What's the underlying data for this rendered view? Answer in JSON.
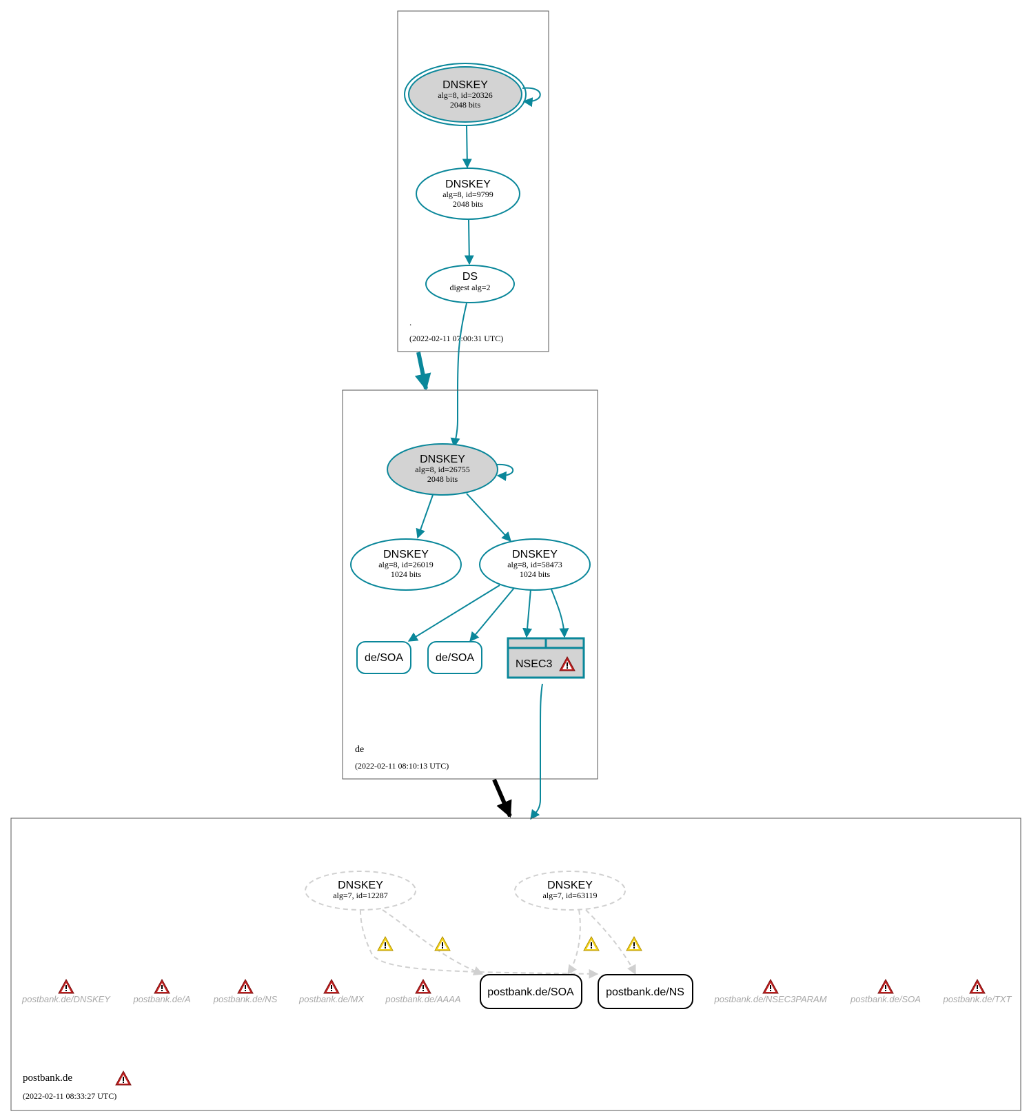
{
  "colors": {
    "secure": "#0a879a",
    "insecure": "#000000",
    "nonexistent": "#d0d0d0",
    "ksk_fill": "#d3d3d3",
    "error": "#c01f1f",
    "warning": "#f2d21b",
    "gray_text": "#a8a8a8"
  },
  "zones": {
    "root": {
      "name": ".",
      "timestamp": "(2022-02-11 07:00:31 UTC)",
      "nodes": [
        {
          "title": "DNSKEY",
          "line1": "alg=8, id=20326",
          "line2": "2048 bits"
        },
        {
          "title": "DNSKEY",
          "line1": "alg=8, id=9799",
          "line2": "2048 bits"
        },
        {
          "title": "DS",
          "line1": "digest alg=2",
          "line2": ""
        }
      ]
    },
    "de": {
      "name": "de",
      "timestamp": "(2022-02-11 08:10:13 UTC)",
      "nodes": [
        {
          "title": "DNSKEY",
          "line1": "alg=8, id=26755",
          "line2": "2048 bits"
        },
        {
          "title": "DNSKEY",
          "line1": "alg=8, id=26019",
          "line2": "1024 bits"
        },
        {
          "title": "DNSKEY",
          "line1": "alg=8, id=58473",
          "line2": "1024 bits"
        }
      ],
      "rrsets": [
        "de/SOA",
        "de/SOA"
      ],
      "nsec": "NSEC3"
    },
    "postbank": {
      "name": "postbank.de",
      "timestamp": "(2022-02-11 08:33:27 UTC)",
      "nodes": [
        {
          "title": "DNSKEY",
          "line1": "alg=7, id=12287"
        },
        {
          "title": "DNSKEY",
          "line1": "alg=7, id=63119"
        }
      ],
      "rrsets": [
        "postbank.de/SOA",
        "postbank.de/NS"
      ],
      "error_names": [
        "postbank.de/DNSKEY",
        "postbank.de/A",
        "postbank.de/NS",
        "postbank.de/MX",
        "postbank.de/AAAA",
        "postbank.de/NSEC3PARAM",
        "postbank.de/SOA",
        "postbank.de/TXT"
      ]
    }
  }
}
